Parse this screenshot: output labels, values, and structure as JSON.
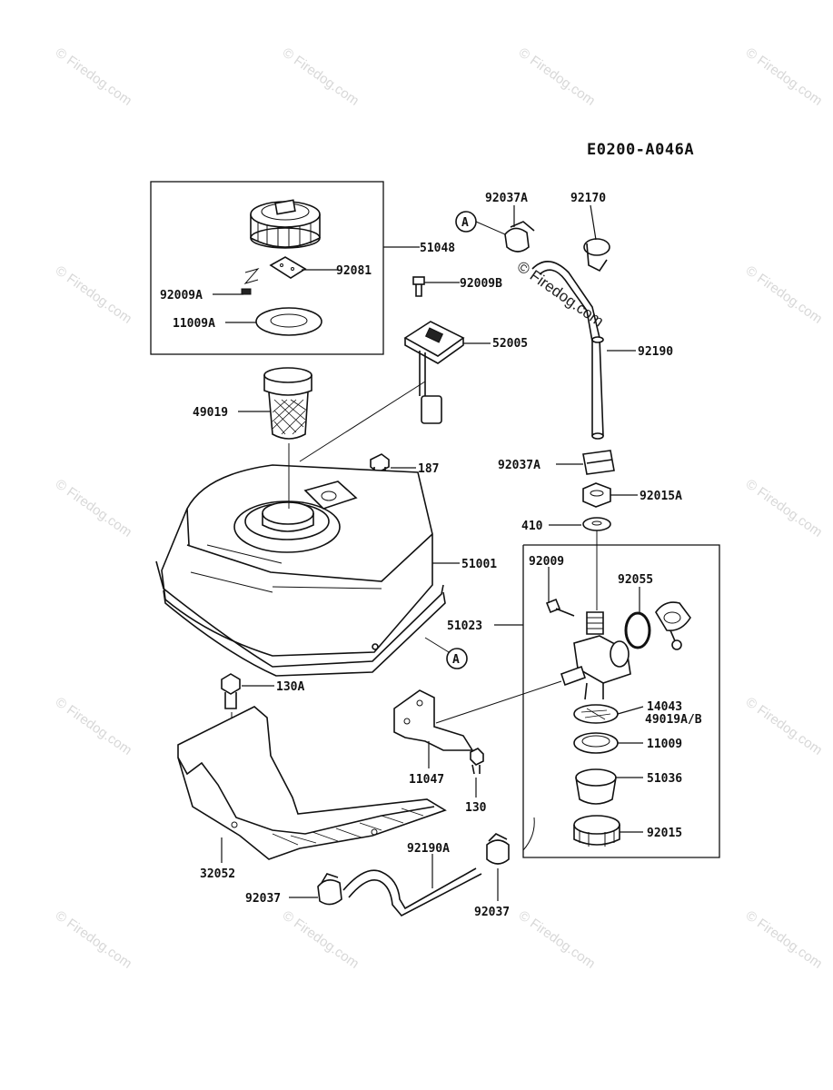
{
  "diagram_code": "E0200-A046A",
  "watermark": {
    "text": "© Firedog.com",
    "prominent_text": "© Firedog.com"
  },
  "callout_a": "A",
  "parts": {
    "p92037A_top": "92037A",
    "p92170": "92170",
    "p51048": "51048",
    "p92081": "92081",
    "p92009A": "92009A",
    "p92009B": "92009B",
    "p11009A": "11009A",
    "p52005": "52005",
    "p92190": "92190",
    "p49019": "49019",
    "p187": "187",
    "p92037A_mid": "92037A",
    "p92015A": "92015A",
    "p410": "410",
    "p51001": "51001",
    "p92009": "92009",
    "p92055": "92055",
    "p51023": "51023",
    "p130A": "130A",
    "p14043": "14043",
    "p49019AB": "49019A/B",
    "p11009": "11009",
    "p11047": "11047",
    "p51036": "51036",
    "p130": "130",
    "p92015": "92015",
    "p32052": "32052",
    "p92190A": "92190A",
    "p92037_left": "92037",
    "p92037_right": "92037"
  }
}
